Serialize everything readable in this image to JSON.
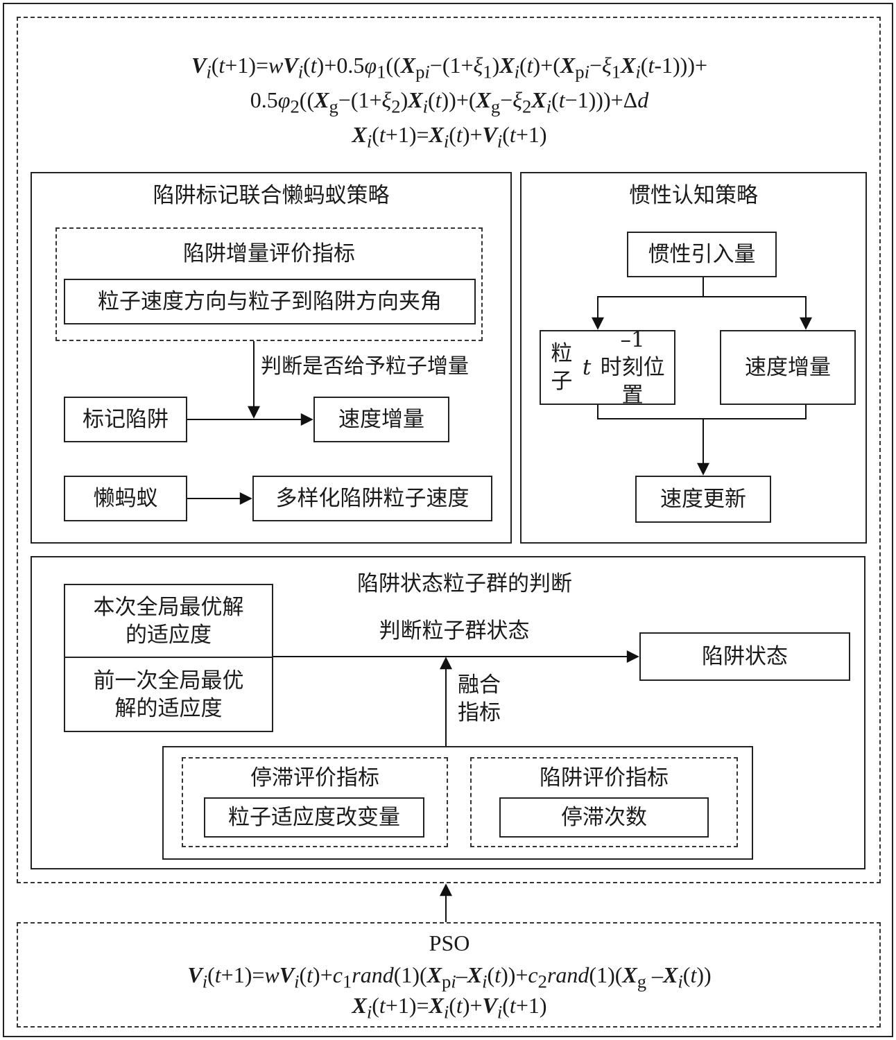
{
  "equations": {
    "modified_line1": "V_i(t+1)=wV_i(t)+0.5φ_1((X_pi−(1+ξ_1)X_i(t)+(X_pi−ξ_1X_i(t-1)))+",
    "modified_line2": "0.5φ_2((X_g−(1+ξ_2)X_i(t))+(X_g−ξ_2X_i(t−1)))+Δd",
    "modified_line3": "X_i(t+1)=X_i(t)+V_i(t+1)"
  },
  "trap_marking": {
    "title": "陷阱标记联合懒蚂蚁策略",
    "increment_index_title": "陷阱增量评价指标",
    "angle_box": "粒子速度方向与粒子到陷阱方向夹角",
    "judge_label": "判断是否给予粒子增量",
    "mark_trap": "标记陷阱",
    "speed_increment": "速度增量",
    "lazy_ant": "懒蚂蚁",
    "diversify": "多样化陷阱粒子速度"
  },
  "inertia": {
    "title": "惯性认知策略",
    "introduce": "惯性引入量",
    "position_prev": "粒子t–1\n时刻位置",
    "speed_increment": "速度增量",
    "speed_update": "速度更新"
  },
  "judgement": {
    "title": "陷阱状态粒子群的判断",
    "current_best": "本次全局最优解\n的适应度",
    "previous_best": "前一次全局最优\n解的适应度",
    "judge_state": "判断粒子群状态",
    "trap_state": "陷阱状态",
    "fusion": "融合\n指标",
    "stagnation_title": "停滞评价指标",
    "fitness_change": "粒子适应度改变量",
    "trap_index_title": "陷阱评价指标",
    "stagnation_count": "停滞次数"
  },
  "pso": {
    "title": "PSO",
    "line1": "V_i(t+1)=wV_i(t)+c_1rand(1)(X_pi−X_i(t))+c_2rand(1)(X_g −X_i(t))",
    "line2": "X_i(t+1)=X_i(t)+V_i(t+1)"
  }
}
